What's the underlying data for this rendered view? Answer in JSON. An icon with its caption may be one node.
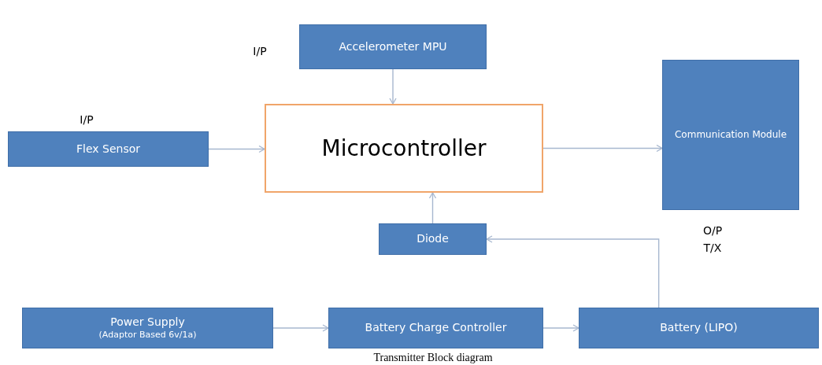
{
  "diagram": {
    "caption": "Transmitter Block diagram",
    "nodes": [
      {
        "text": [
          "Accelerometer MPU"
        ],
        "beside": [
          "I/P"
        ]
      },
      {
        "text": [
          "Flex Sensor"
        ],
        "beside": [
          "I/P"
        ]
      },
      {
        "text": [
          "Microcontroller"
        ]
      },
      {
        "text": [
          "Communication Module"
        ],
        "beside": [
          "O/P",
          "T/X"
        ]
      },
      {
        "text": [
          "Diode"
        ]
      },
      {
        "text": [
          "Power Supply",
          "(Adaptor Based 6v/1a)"
        ]
      },
      {
        "text": [
          "Battery Charge Controller"
        ]
      },
      {
        "text": [
          "Battery (LIPO)"
        ]
      }
    ],
    "edges": [
      {
        "from": 0,
        "to": 2,
        "arrow": "to"
      },
      {
        "from": 1,
        "to": 2,
        "arrow": "to"
      },
      {
        "from": 2,
        "to": 3,
        "arrow": "to"
      },
      {
        "from": 4,
        "to": 2,
        "arrow": "to"
      },
      {
        "from": 7,
        "to": 4,
        "arrow": "to"
      },
      {
        "from": 5,
        "to": 6,
        "arrow": "to"
      },
      {
        "from": 6,
        "to": 7,
        "arrow": "to"
      }
    ]
  }
}
